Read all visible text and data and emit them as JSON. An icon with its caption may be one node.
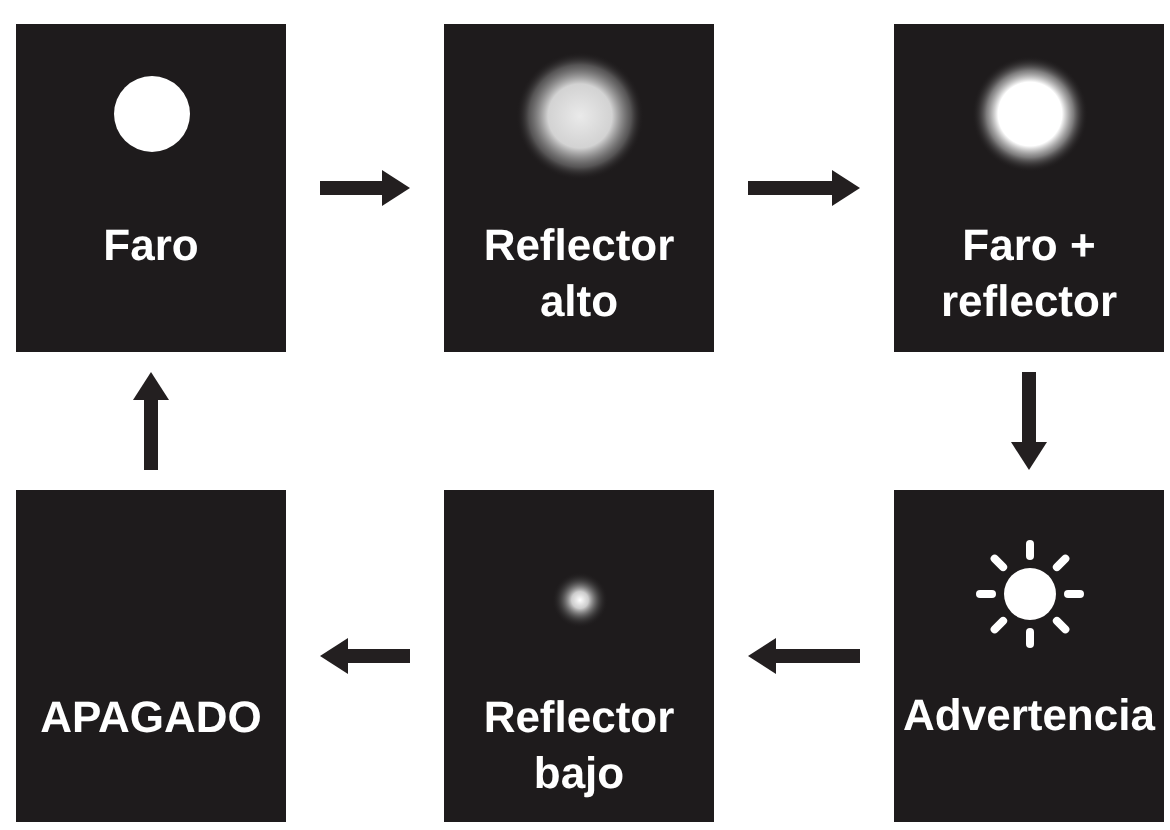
{
  "diagram": {
    "nodes": [
      {
        "text": [
          "Faro"
        ]
      },
      {
        "text": [
          "Reflector alto"
        ]
      },
      {
        "text": [
          "Faro + reflector"
        ]
      },
      {
        "text": [
          "APAGADO"
        ]
      },
      {
        "text": [
          "Reflector bajo"
        ]
      },
      {
        "text": [
          "Advertencia"
        ]
      }
    ],
    "edges": [
      {
        "from": 0,
        "to": 1,
        "arrow": "to"
      },
      {
        "from": 1,
        "to": 2,
        "arrow": "to"
      },
      {
        "from": 2,
        "to": 5,
        "arrow": "to"
      },
      {
        "from": 5,
        "to": 4,
        "arrow": "to"
      },
      {
        "from": 4,
        "to": 3,
        "arrow": "to"
      },
      {
        "from": 3,
        "to": 0,
        "arrow": "to"
      }
    ]
  }
}
